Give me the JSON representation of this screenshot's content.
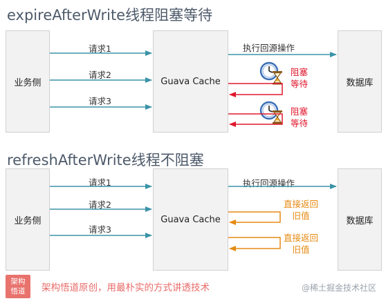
{
  "diagram1": {
    "title": "expireAfterWrite线程阻塞等待",
    "client_label": "业务侧",
    "cache_label": "Guava Cache",
    "db_label": "数据库",
    "requests": [
      "请求1",
      "请求2",
      "请求3"
    ],
    "db_action": "执行回源操作",
    "blocked_notes": [
      "阻塞\n等待",
      "阻塞\n等待"
    ]
  },
  "diagram2": {
    "title": "refreshAfterWrite线程不阻塞",
    "client_label": "业务侧",
    "cache_label": "Guava Cache",
    "db_label": "数据库",
    "requests": [
      "请求1",
      "请求2",
      "请求3"
    ],
    "db_action": "执行回源操作",
    "return_notes": [
      "直接返回\n旧值",
      "直接返回\n旧值"
    ]
  },
  "footer": {
    "logo_text": "架构\n悟道",
    "slogan": "架构悟道原创，用最朴实的方式讲透技术",
    "watermark": "@稀土掘金技术社区"
  },
  "colors": {
    "teal_arrow": "#3a93a8",
    "red_arrow": "#e0182d",
    "orange_arrow": "#e58a12",
    "box_fill": "#f2f2f2"
  }
}
